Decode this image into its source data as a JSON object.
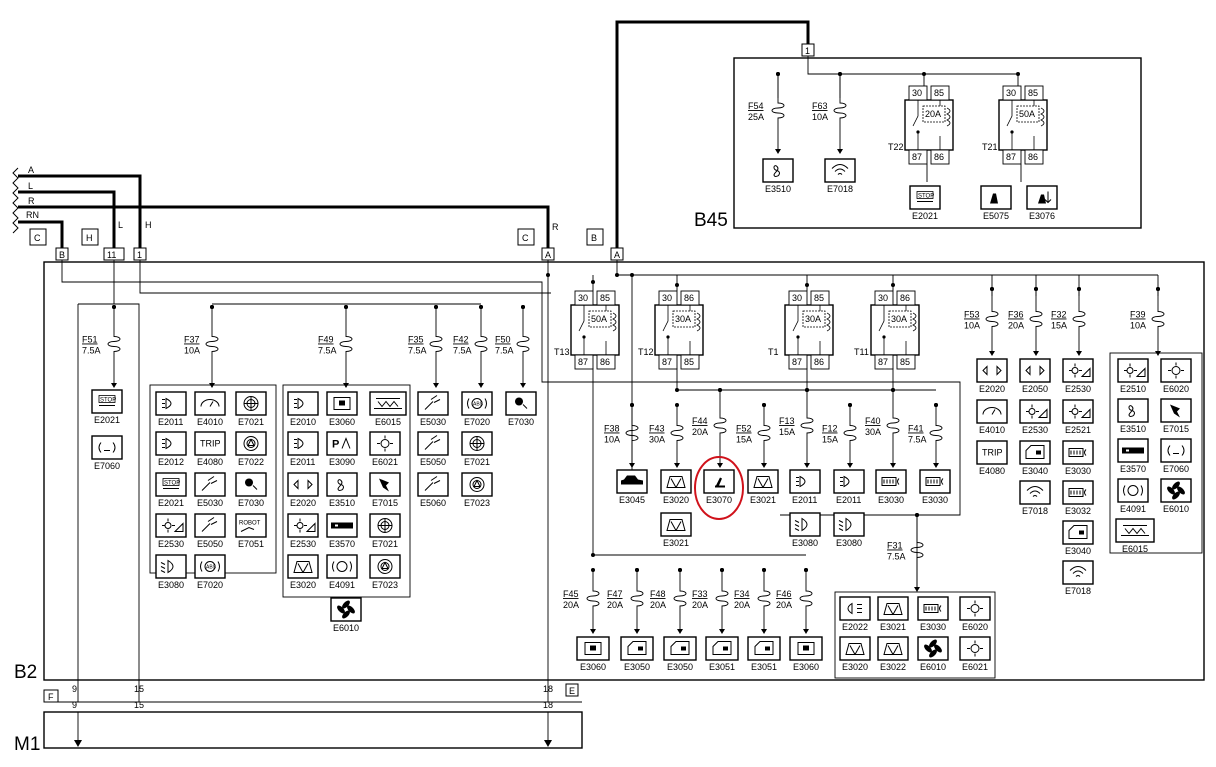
{
  "blocks": {
    "b2": "B2",
    "b45": "B45",
    "m1": "M1"
  },
  "wires": [
    "A",
    "L",
    "R",
    "RN"
  ],
  "connectors": {
    "c_left": "C",
    "h_left": "H",
    "c_mid": "C",
    "b_mid": "B",
    "f_bottom": "F",
    "e_bottom": "E",
    "pin_b": "B",
    "pin_11": "11",
    "pin_1": "1",
    "pin_a1": "A",
    "pin_a2": "A",
    "pin_top1": "1",
    "wire_l": "L",
    "wire_h": "H",
    "wire_r": "R"
  },
  "bottom_pins": {
    "p9": "9",
    "p15": "15",
    "p18": "18"
  },
  "icon_names": {
    "headlamp": "headlamp-icon",
    "wiper": "wiper-icon",
    "fan": "fan-icon",
    "stop": "stop-lamp-icon",
    "seat": "seat-icon",
    "horn": "horn-icon"
  },
  "b45_fuses": [
    {
      "name": "F54",
      "rating": "25A",
      "codes": [
        "E3510"
      ]
    },
    {
      "name": "F63",
      "rating": "10A",
      "codes": [
        "E7018"
      ]
    }
  ],
  "b45_relays": [
    {
      "name": "T22",
      "rating": "20A",
      "pins": [
        "30",
        "85",
        "87",
        "86"
      ],
      "codes": [
        "E2021"
      ]
    },
    {
      "name": "T21",
      "rating": "50A",
      "pins": [
        "30",
        "85",
        "87",
        "86"
      ],
      "codes": [
        "E5075",
        "E3076"
      ]
    }
  ],
  "b2_relays": [
    {
      "name": "T13",
      "rating": "50A",
      "pins": [
        "30",
        "85",
        "87",
        "86"
      ]
    },
    {
      "name": "T12",
      "rating": "30A",
      "pins": [
        "30",
        "86",
        "87",
        "85"
      ]
    },
    {
      "name": "T1",
      "rating": "30A",
      "pins": [
        "30",
        "85",
        "87",
        "86"
      ]
    },
    {
      "name": "T11",
      "rating": "30A",
      "pins": [
        "30",
        "86",
        "87",
        "85"
      ]
    }
  ],
  "fuses_top_left": [
    {
      "name": "F51",
      "rating": "7.5A"
    },
    {
      "name": "F37",
      "rating": "10A"
    },
    {
      "name": "F49",
      "rating": "7.5A"
    },
    {
      "name": "F35",
      "rating": "7.5A"
    },
    {
      "name": "F42",
      "rating": "7.5A"
    },
    {
      "name": "F50",
      "rating": "7.5A"
    }
  ],
  "fuses_mid": [
    {
      "name": "F38",
      "rating": "10A"
    },
    {
      "name": "F43",
      "rating": "30A"
    },
    {
      "name": "F44",
      "rating": "20A"
    },
    {
      "name": "F52",
      "rating": "15A"
    },
    {
      "name": "F13",
      "rating": "15A"
    },
    {
      "name": "F12",
      "rating": "15A"
    },
    {
      "name": "F40",
      "rating": "30A"
    },
    {
      "name": "F41",
      "rating": "7.5A"
    }
  ],
  "fuses_right": [
    {
      "name": "F53",
      "rating": "10A"
    },
    {
      "name": "F36",
      "rating": "20A"
    },
    {
      "name": "F32",
      "rating": "15A"
    },
    {
      "name": "F39",
      "rating": "10A"
    }
  ],
  "fuses_bottom": [
    {
      "name": "F45",
      "rating": "20A"
    },
    {
      "name": "F47",
      "rating": "20A"
    },
    {
      "name": "F48",
      "rating": "20A"
    },
    {
      "name": "F33",
      "rating": "20A"
    },
    {
      "name": "F34",
      "rating": "20A"
    },
    {
      "name": "F46",
      "rating": "20A"
    }
  ],
  "fuse_f31": {
    "name": "F31",
    "rating": "7.5A"
  },
  "codes_f51": [
    "E2021",
    "E7060"
  ],
  "grid_f37": [
    [
      "E2011",
      "E4010",
      "E7021"
    ],
    [
      "E2012",
      "E4080",
      "E7022"
    ],
    [
      "E2021",
      "E5030",
      "E7030"
    ],
    [
      "E2530",
      "E5050",
      "E7051"
    ],
    [
      "E3080",
      "E7020"
    ]
  ],
  "grid_f49": [
    [
      "E2010",
      "E3060",
      "E6015"
    ],
    [
      "E2011",
      "E3090",
      "E6021"
    ],
    [
      "E2020",
      "E3510",
      "E7015"
    ],
    [
      "E2530",
      "E3570",
      "E7021"
    ],
    [
      "E3020",
      "E4091",
      "E7023"
    ],
    [
      "E6010"
    ]
  ],
  "col_f35": [
    "E5030",
    "E5050",
    "E5060"
  ],
  "col_f42": [
    "E7020",
    "E7021",
    "E7023"
  ],
  "col_f50": [
    "E7030"
  ],
  "mid_codes": [
    "E3045",
    "E3020",
    "E3070",
    "E3021",
    "E2011",
    "E2011",
    "E3030",
    "E3030"
  ],
  "mid_extra": [
    "E3021",
    "E3080",
    "E3080"
  ],
  "right_f53": [
    "E2020",
    "E4010",
    "E4080"
  ],
  "right_f36": [
    "E2050",
    "E2530",
    "E3040",
    "E7018"
  ],
  "right_f32": [
    "E2530",
    "E2521",
    "E3030",
    "E3032",
    "E3040",
    "E7018"
  ],
  "right_f39": [
    [
      "E2510",
      "E6020"
    ],
    [
      "E3510",
      "E7015"
    ],
    [
      "E3570",
      "E7060"
    ],
    [
      "E4091",
      "E6010"
    ],
    [
      "E6015"
    ]
  ],
  "bottom_codes": [
    "E3060",
    "E3050",
    "E3050",
    "E3051",
    "E3051",
    "E3060"
  ],
  "f31_grid": [
    [
      "E2022",
      "E3021",
      "E3030",
      "E6020"
    ],
    [
      "E3020",
      "E3022",
      "E6010",
      "E6021"
    ]
  ],
  "icon_text": {
    "trip": "TRIP",
    "stop": "STOP",
    "robot": "ROBOT",
    "p": "P",
    "abs": "ABS"
  },
  "colors": {
    "ink": "#000000",
    "highlight": "#d0121b"
  }
}
